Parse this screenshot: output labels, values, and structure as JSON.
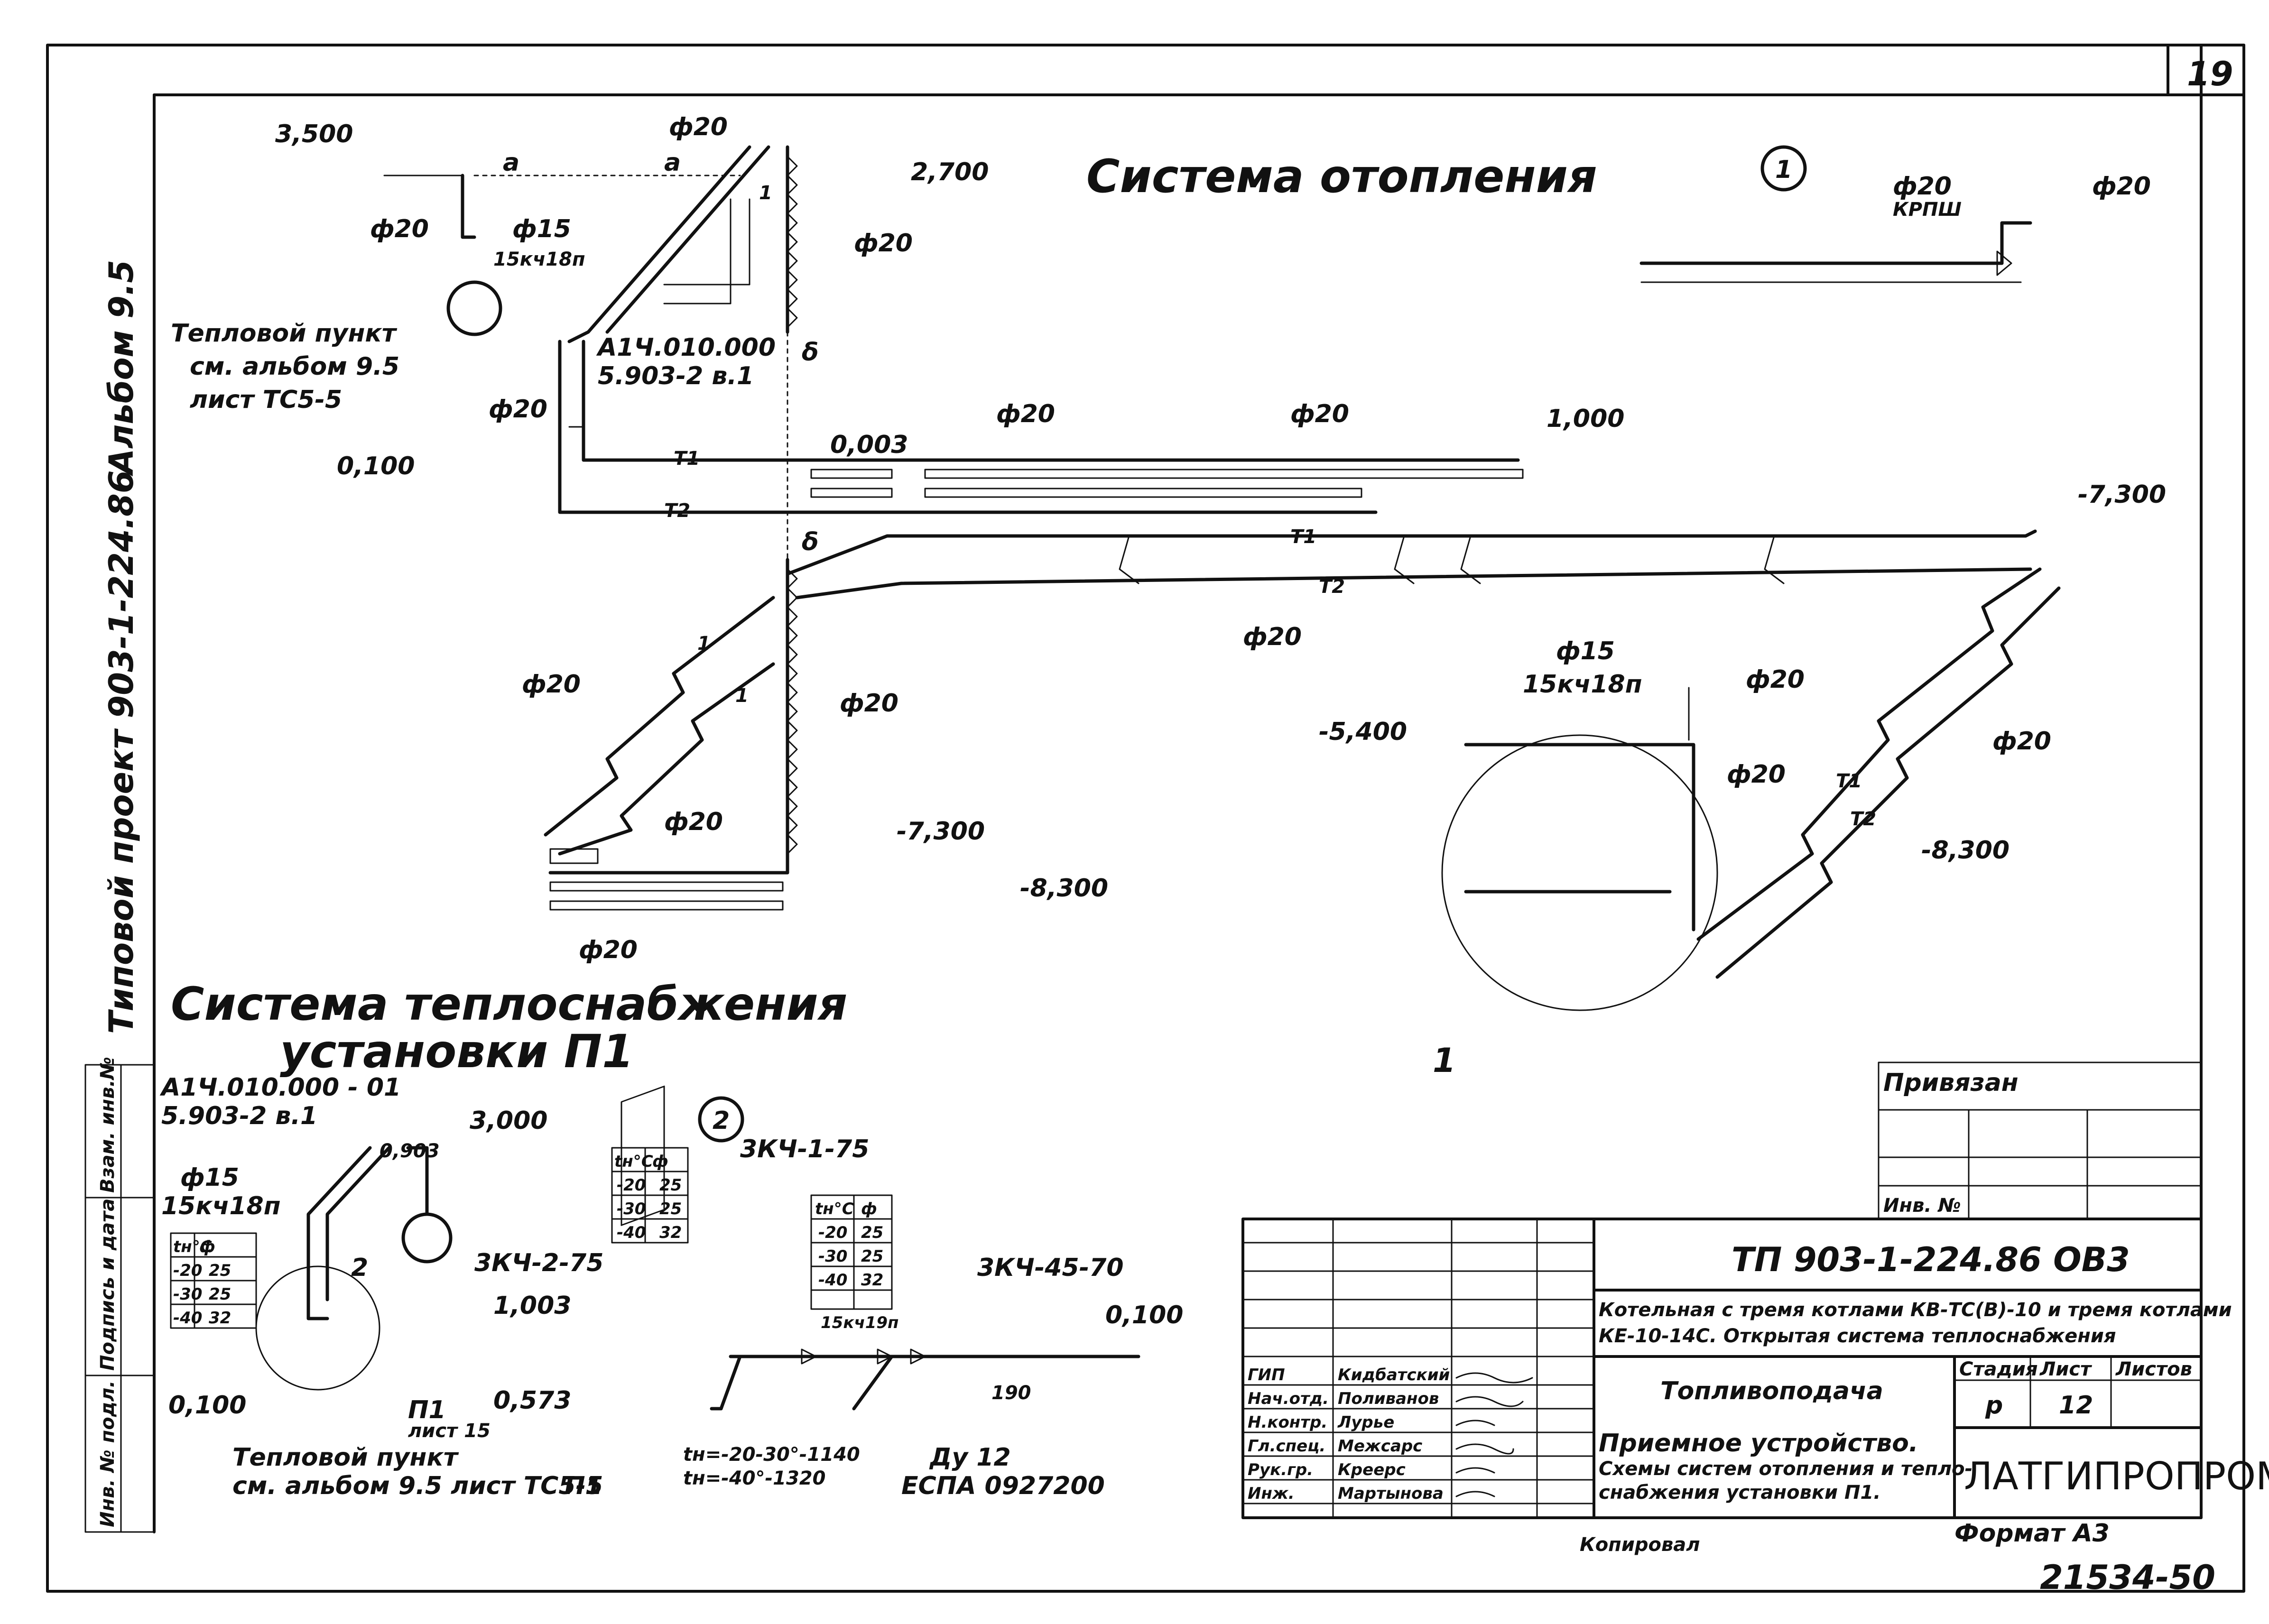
{
  "sheet_number": "19",
  "left_margin": {
    "project": "Типовой проект 903-1-224.86",
    "album": "Альбом 9.5",
    "stamp_cells": [
      "Инв. № подл.",
      "Подпись и дата",
      "Взам. инв.№"
    ]
  },
  "heating": {
    "title": "Система отопления",
    "labels": [
      "3,500",
      "ф20",
      "а",
      "а",
      "ф20",
      "ф15",
      "15кч18п",
      "ф20",
      "2,700",
      "δ",
      "Тепловой пункт",
      "см. альбом 9.5",
      "лист ТС5-5",
      "А1Ч.010.000",
      "5.903-2 в.1",
      "ф20",
      "0,100",
      "Т1",
      "Т2",
      "0,003",
      "ф20",
      "ф20",
      "1,000",
      "δ",
      "Т1",
      "Т2",
      "ф20",
      "-7,300",
      "ф20",
      "ф20",
      "ф20",
      "-7,300",
      "-8,300",
      "ф20",
      "1",
      "1",
      "1"
    ]
  },
  "right_scheme": {
    "callout": "1",
    "labels": [
      "ф20",
      "КРПШ",
      "ф20",
      "ф15",
      "15кч18п",
      "ф20",
      "-5,400",
      "ф20",
      "Т1",
      "Т2",
      "-8,300",
      "ф20",
      "1"
    ]
  },
  "supply": {
    "title_line1": "Система теплоснабжения",
    "title_line2": "установки П1",
    "labels": [
      "А1Ч.010.000 - 01",
      "5.903-2 в.1",
      "0,903",
      "3,000",
      "ф15",
      "15кч18п",
      "2",
      "П1",
      "лист 15",
      "0,100",
      "Тепловой пункт",
      "см. альбом 9.5   лист ТС5-5"
    ],
    "temp_table_headers": [
      "tн°С",
      "ф"
    ],
    "temp_table_rows": [
      [
        "-20",
        "25"
      ],
      [
        "-30",
        "25"
      ],
      [
        "-40",
        "32"
      ]
    ]
  },
  "detail2": {
    "callout": "2",
    "labels": [
      "3КЧ-1-75",
      "3КЧ-2-75",
      "1,003",
      "0,573",
      "П1",
      "tн=-20-30°-1140",
      "tн=-40°-1320",
      "Ду 12",
      "ЕСПА 0927200",
      "3КЧ-45-70",
      "0,100",
      "190",
      "15кч19п"
    ],
    "table_a_headers": [
      "tн°С",
      "ф"
    ],
    "table_a_rows": [
      [
        "-20",
        "25"
      ],
      [
        "-30",
        "25"
      ],
      [
        "-40",
        "32"
      ]
    ],
    "table_b_headers": [
      "tн°С",
      "ф"
    ],
    "table_b_rows": [
      [
        "-20",
        "25"
      ],
      [
        "-30",
        "25"
      ],
      [
        "-40",
        "32"
      ]
    ]
  },
  "privyazan": {
    "title": "Привязан",
    "inv_label": "Инв. №"
  },
  "title_block": {
    "code": "ТП 903-1-224.86   ОВ3",
    "object_line1": "Котельная с тремя котлами КВ-ТС(В)-10 и тремя котлами",
    "object_line2": "КЕ-10-14С. Открытая система теплоснабжения",
    "section": "Топливоподача",
    "sheet_title_line1": "Приемное устройство.",
    "sheet_title_line2": "Схемы систем отопления и тепло-",
    "sheet_title_line3": "снабжения установки П1.",
    "stage_header": "Стадия",
    "sheet_header": "Лист",
    "sheets_header": "Листов",
    "stage": "р",
    "sheet": "12",
    "org": "ЛАТГИПРОПРОМ",
    "roles": [
      "ГИП",
      "Нач.отд.",
      "Н.контр.",
      "Гл.спец.",
      "Рук.гр.",
      "Инж."
    ],
    "names": [
      "Кидбатский",
      "Поливанов",
      "Лурье",
      "Межсарс",
      "Креерс",
      "Мартынова"
    ]
  },
  "footer": {
    "copied": "Копировал",
    "format": "Формат А3",
    "number": "21534-50"
  }
}
